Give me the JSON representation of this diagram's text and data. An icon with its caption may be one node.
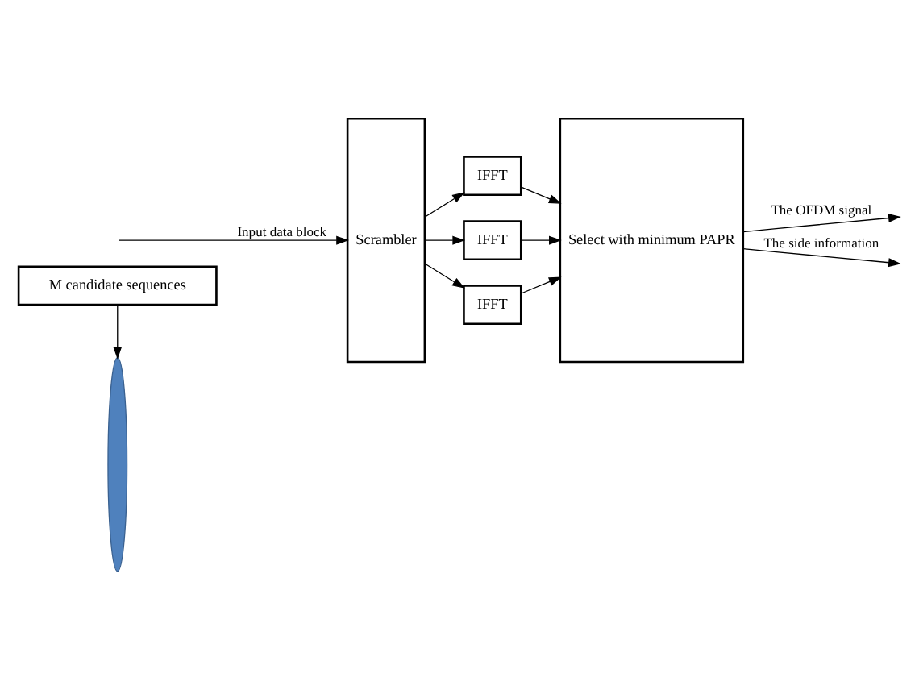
{
  "diagram": {
    "nodes": [
      {
        "text": [
          "M candidate sequences"
        ]
      },
      {
        "text": [
          "Scrambler"
        ]
      },
      {
        "text": [],
        "shape": "ellipse"
      },
      {
        "text": [
          "IFFT"
        ]
      },
      {
        "text": [
          "IFFT"
        ]
      },
      {
        "text": [
          "IFFT"
        ]
      },
      {
        "text": [
          "Select with minimum PAPR"
        ]
      }
    ],
    "edges": [
      {
        "from": 0,
        "to": 2,
        "arrow": "to"
      },
      {
        "from": null,
        "to": 1,
        "arrow": "to",
        "label": "Input data block"
      },
      {
        "from": 1,
        "to": 3,
        "arrow": "to"
      },
      {
        "from": 1,
        "to": 4,
        "arrow": "to"
      },
      {
        "from": 1,
        "to": 5,
        "arrow": "to"
      },
      {
        "from": 3,
        "to": 6,
        "arrow": "to"
      },
      {
        "from": 4,
        "to": 6,
        "arrow": "to"
      },
      {
        "from": 5,
        "to": 6,
        "arrow": "to"
      },
      {
        "from": 6,
        "to": null,
        "arrow": "to",
        "label": "The OFDM signal"
      },
      {
        "from": 6,
        "to": null,
        "arrow": "to",
        "label": "The side information"
      }
    ]
  }
}
